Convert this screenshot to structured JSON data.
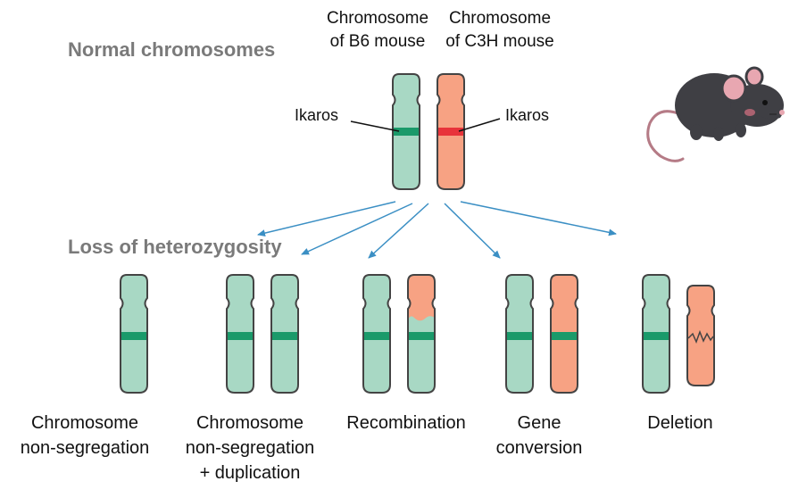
{
  "headings": {
    "normal": "Normal chromosomes",
    "loh": "Loss of heterozygosity"
  },
  "labels": {
    "b6_line1": "Chromosome",
    "b6_line2": "of B6 mouse",
    "c3h_line1": "Chromosome",
    "c3h_line2": "of C3H mouse",
    "ikaros_left": "Ikaros",
    "ikaros_right": "Ikaros"
  },
  "outcomes": [
    {
      "lines": [
        "Chromosome",
        "non-segregation",
        ""
      ]
    },
    {
      "lines": [
        "Chromosome",
        "non-segregation",
        "+ duplication"
      ]
    },
    {
      "lines": [
        "Recombination",
        "",
        ""
      ]
    },
    {
      "lines": [
        "Gene",
        "conversion",
        ""
      ]
    },
    {
      "lines": [
        "Deletion",
        "",
        ""
      ]
    }
  ],
  "colors": {
    "green_chrom": "#a8d8c4",
    "orange_chrom": "#f7a283",
    "green_band": "#1a9a6a",
    "red_band": "#e8333a",
    "arrow": "#3b8fc4",
    "outline": "#444444"
  },
  "icons": [
    "mouse-illustration"
  ]
}
